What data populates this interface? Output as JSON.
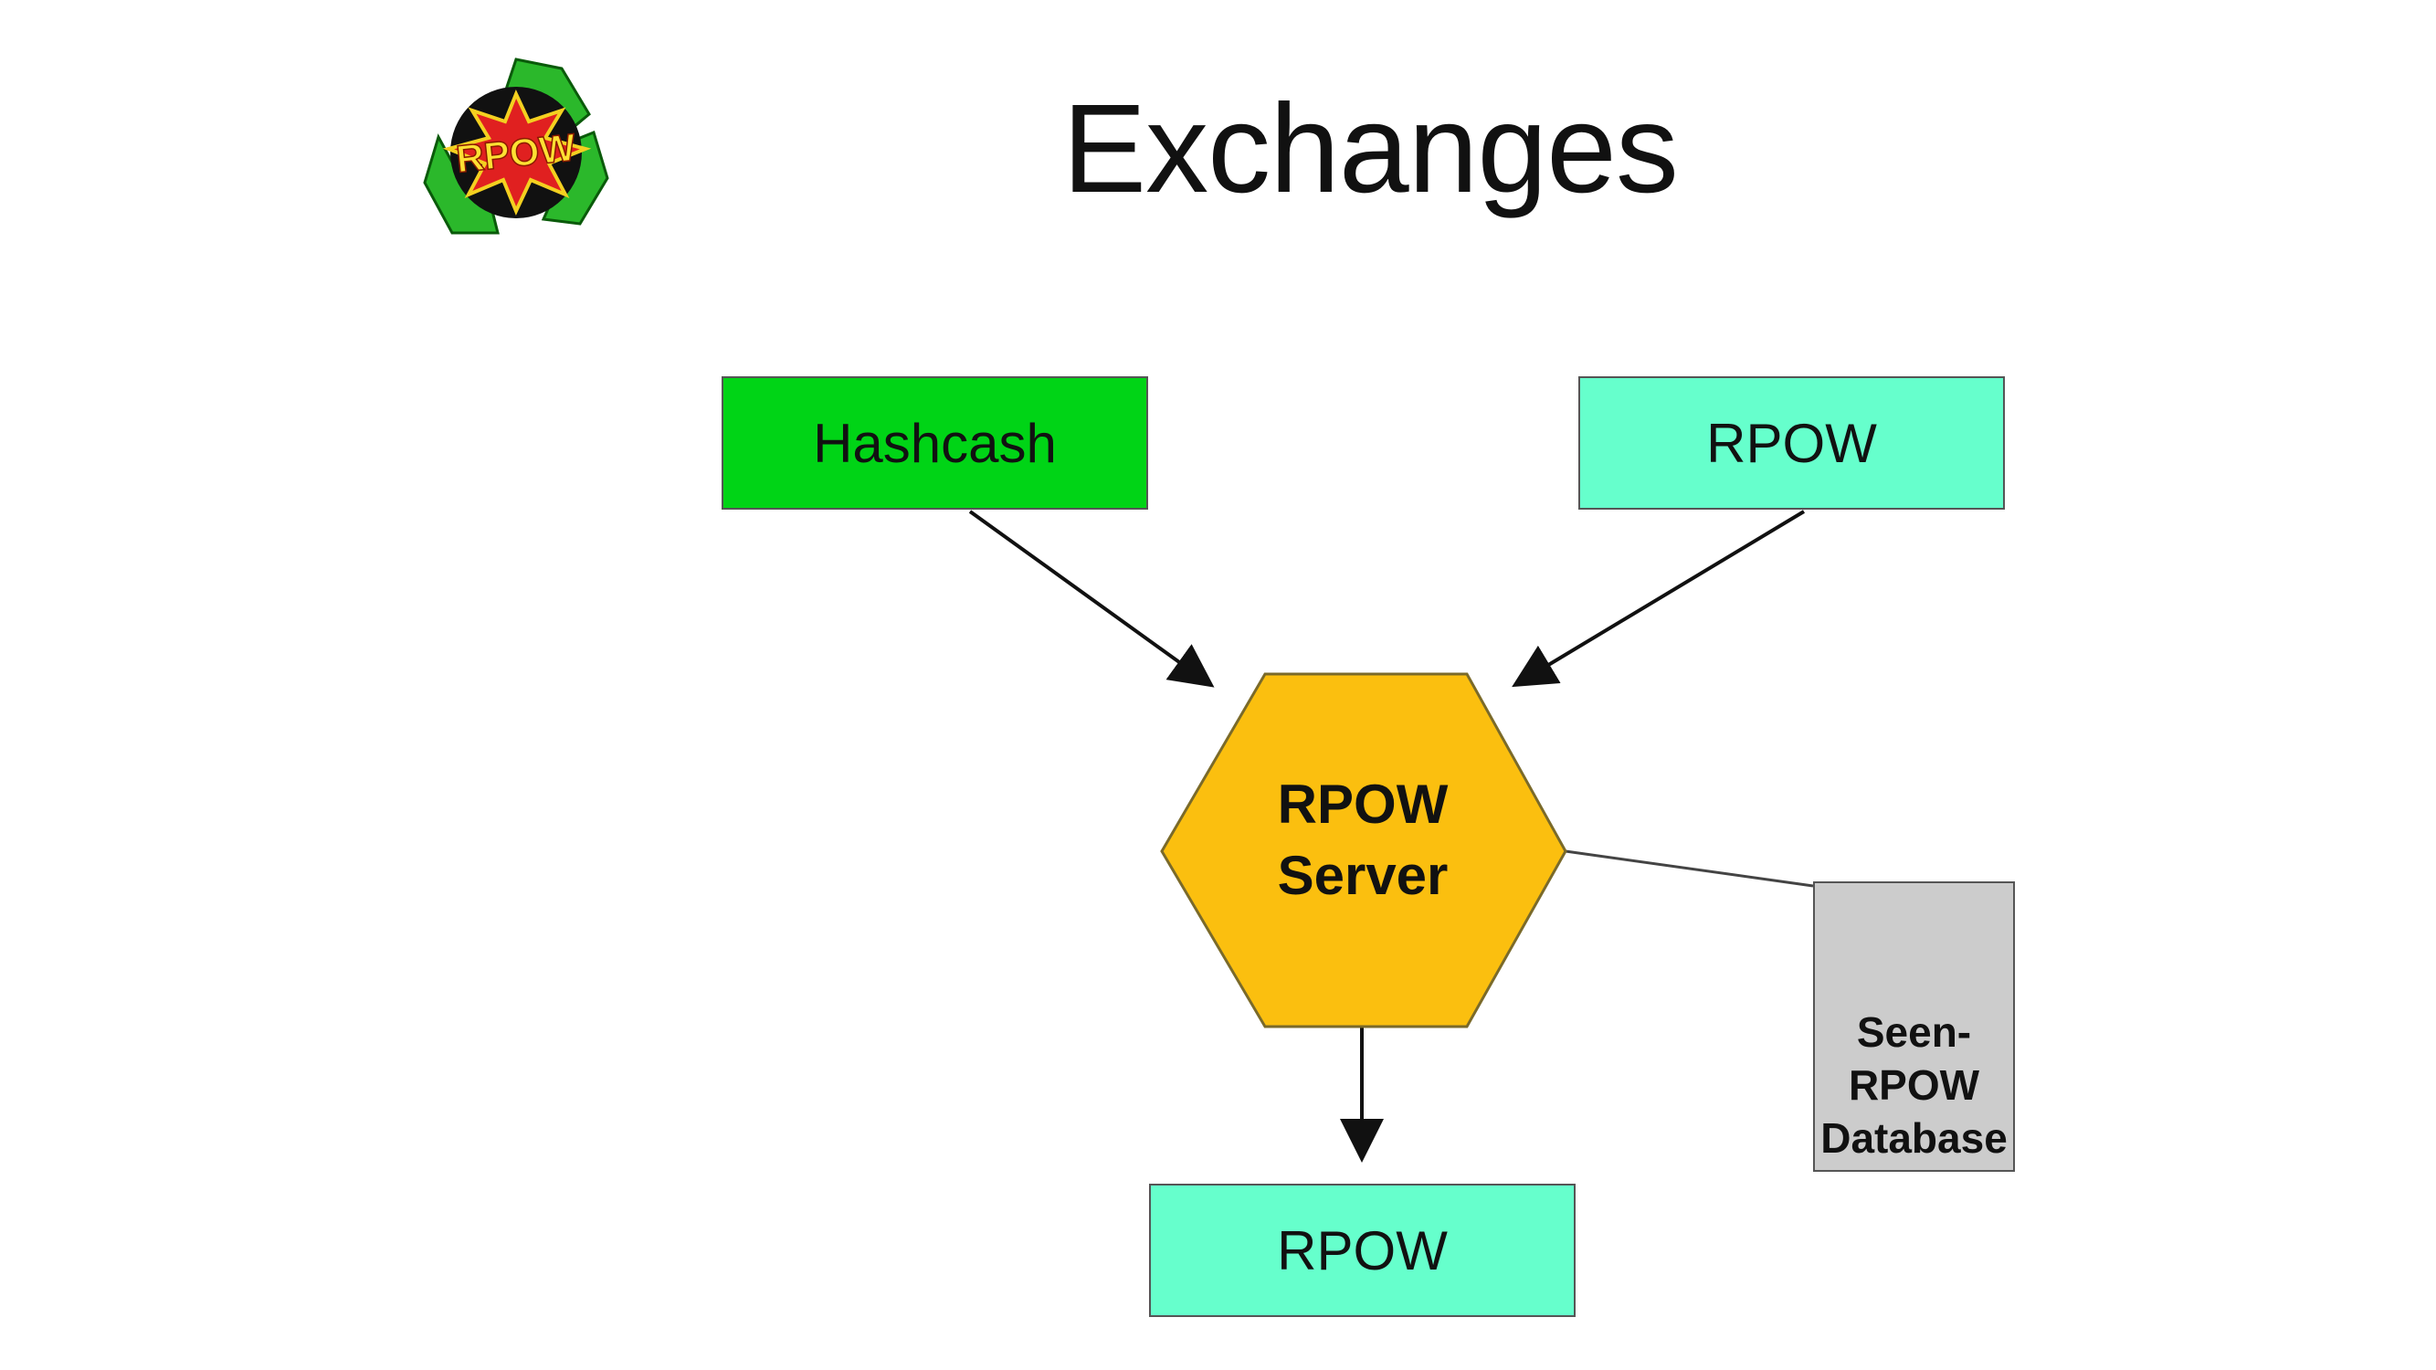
{
  "slide": {
    "title": "Exchanges"
  },
  "logo": {
    "text": "RPOW",
    "icon": "recycle-rpow-logo-icon"
  },
  "nodes": {
    "hashcash": "Hashcash",
    "rpow_input": "RPOW",
    "server": "RPOW\nServer",
    "rpow_output": "RPOW",
    "database": "Seen-\nRPOW\nDatabase"
  },
  "colors": {
    "hashcash": "#00d416",
    "rpow": "#66ffcc",
    "server": "#fbbf0f",
    "database": "#cccccc"
  }
}
